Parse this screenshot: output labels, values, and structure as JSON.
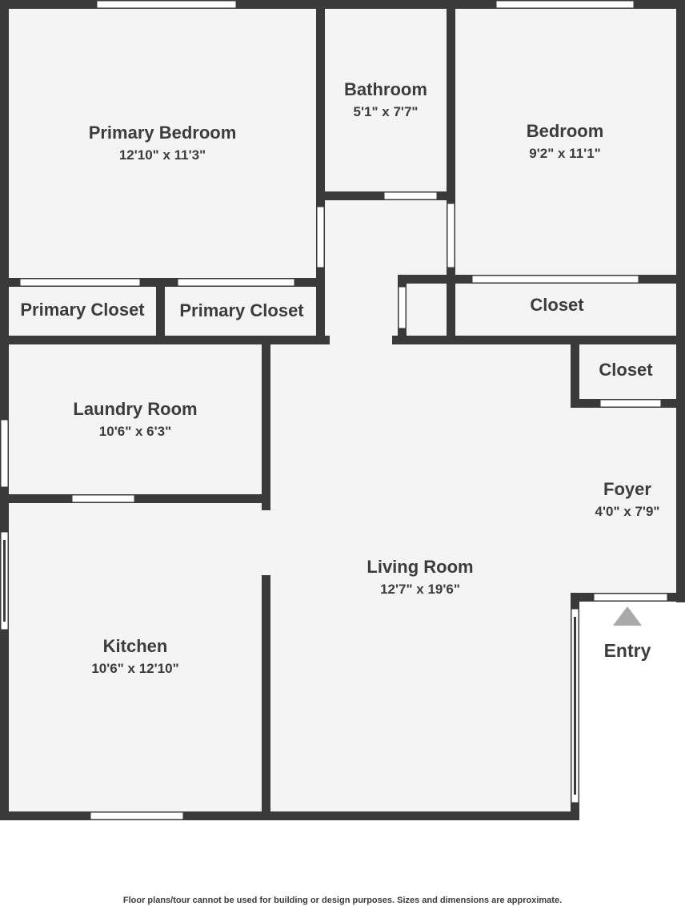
{
  "floor_plan": {
    "rooms": [
      {
        "id": "primary-bedroom",
        "name": "Primary Bedroom",
        "dimensions": "12'10\" x 11'3\""
      },
      {
        "id": "bathroom",
        "name": "Bathroom",
        "dimensions": "5'1\" x 7'7\""
      },
      {
        "id": "bedroom",
        "name": "Bedroom",
        "dimensions": "9'2\" x 11'1\""
      },
      {
        "id": "primary-closet-1",
        "name": "Primary Closet",
        "dimensions": ""
      },
      {
        "id": "primary-closet-2",
        "name": "Primary Closet",
        "dimensions": ""
      },
      {
        "id": "closet-1",
        "name": "Closet",
        "dimensions": ""
      },
      {
        "id": "closet-2",
        "name": "Closet",
        "dimensions": ""
      },
      {
        "id": "laundry-room",
        "name": "Laundry Room",
        "dimensions": "10'6\" x 6'3\""
      },
      {
        "id": "foyer",
        "name": "Foyer",
        "dimensions": "4'0\" x 7'9\""
      },
      {
        "id": "living-room",
        "name": "Living Room",
        "dimensions": "12'7\" x 19'6\""
      },
      {
        "id": "kitchen",
        "name": "Kitchen",
        "dimensions": "10'6\" x 12'10\""
      }
    ],
    "entry_label": "Entry",
    "colors": {
      "wall": "#3a3a3a",
      "floor": "#f4f4f4",
      "window": "#ffffff",
      "entry_marker": "#a9a9a9",
      "text": "#3c3c3c"
    }
  },
  "footer": {
    "disclaimer": "Floor plans/tour cannot be used for building or design purposes. Sizes and dimensions are approximate."
  }
}
